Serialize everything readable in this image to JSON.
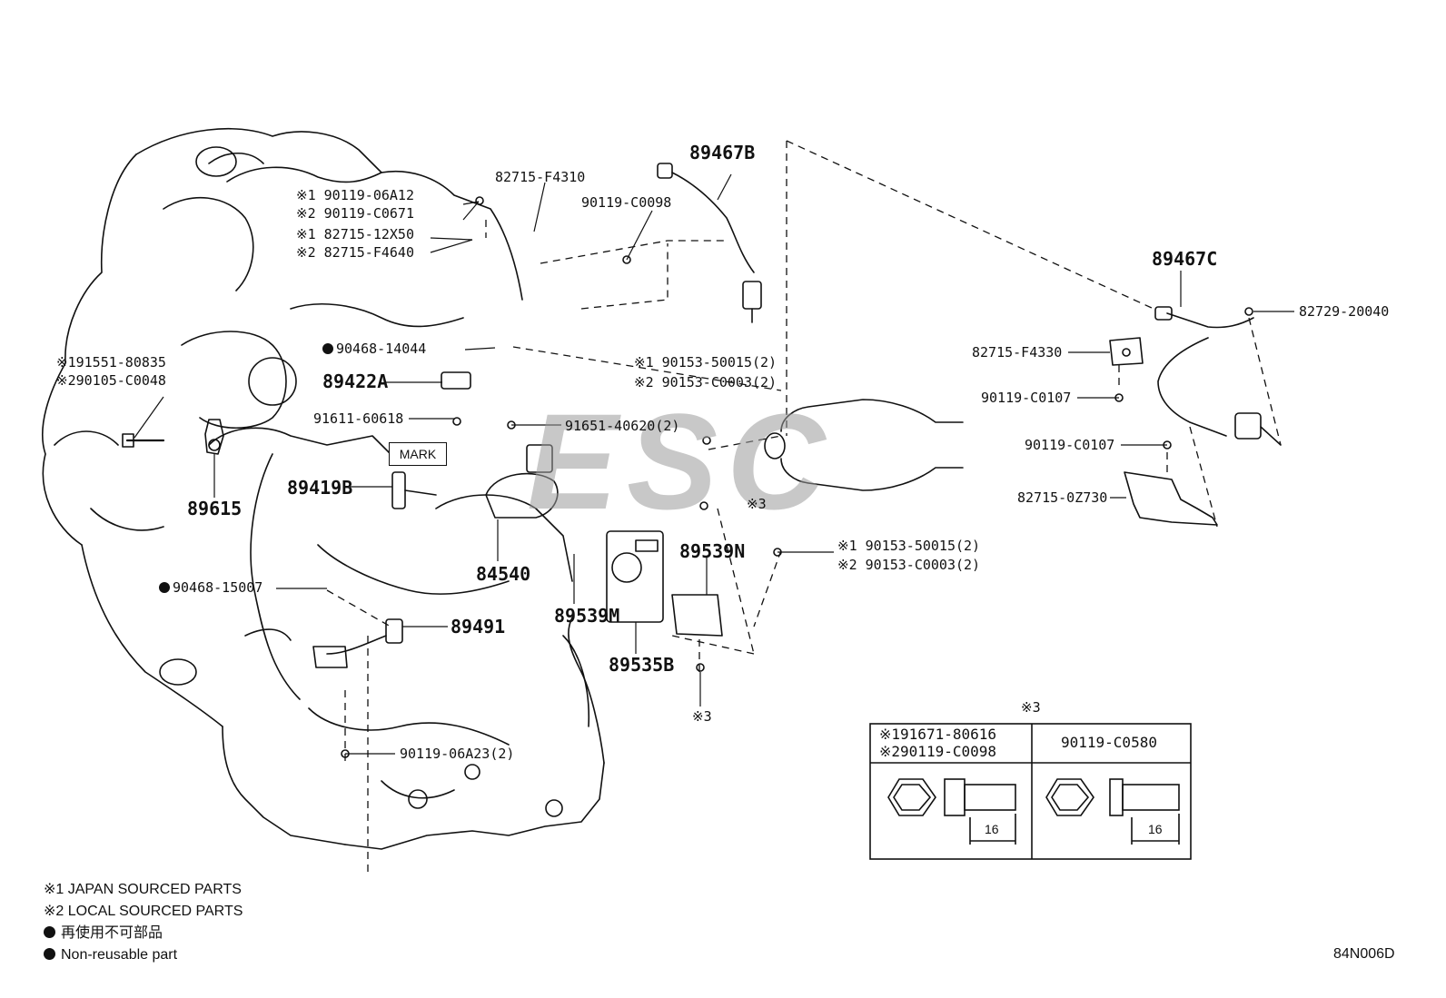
{
  "diagram_id": "84N006D",
  "mark_label": "MARK",
  "watermark_text": "ESC",
  "callouts": {
    "p89467B": "89467B",
    "p82715F4310": "82715-F4310",
    "p90119_06A12": "※1 90119-06A12",
    "p90119_C0671": "※2 90119-C0671",
    "p90119_C0098": "90119-C0098",
    "p82715_12X50": "※1 82715-12X50",
    "p82715_F4640": "※2 82715-F4640",
    "p89467C": "89467C",
    "p82729_20040": "82729-20040",
    "p82715_F4330": "82715-F4330",
    "p90119_C0107a": "90119-C0107",
    "p90119_C0107b": "90119-C0107",
    "p82715_0Z730": "82715-0Z730",
    "p90468_14044": "90468-14044",
    "p91551": "※191551-80835",
    "p90105": "※290105-C0048",
    "p89422A": "89422A",
    "p90153_50015a": "※1 90153-50015(2)",
    "p90153_C0003a": "※2 90153-C0003(2)",
    "p91611": "91611-60618",
    "p91651": "91651-40620(2)",
    "p89615": "89615",
    "p89419B": "89419B",
    "p90153_50015b": "※1 90153-50015(2)",
    "p90153_C0003b": "※2 90153-C0003(2)",
    "p89539N": "89539N",
    "p84540": "84540",
    "p90468_15007": "90468-15007",
    "p89491": "89491",
    "p89539M": "89539M",
    "p89535B": "89535B",
    "p90119_06A23": "90119-06A23(2)",
    "ref3a": "※3",
    "ref3b": "※3"
  },
  "bolt_table": {
    "caption": "※3",
    "left_header_1": "※191671-80616",
    "left_header_2": "※290119-C0098",
    "right_header": "90119-C0580",
    "left_dim": "16",
    "right_dim": "16"
  },
  "legend": {
    "note1": "※1 JAPAN SOURCED PARTS",
    "note2": "※2 LOCAL SOURCED PARTS",
    "note3": "再使用不可部品",
    "note4": "Non-reusable part"
  }
}
